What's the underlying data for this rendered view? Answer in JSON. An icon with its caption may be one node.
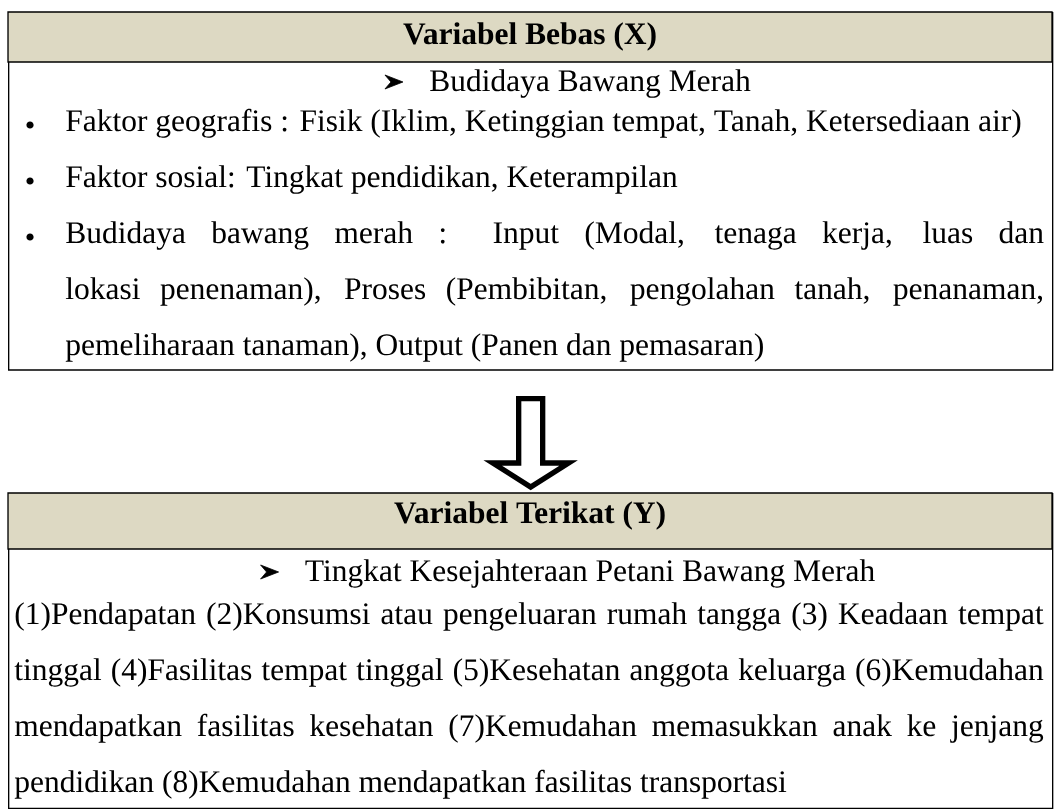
{
  "diagram": {
    "nodes": [
      {
        "text": [
          "Variabel Bebas (X)",
          "Budidaya Bawang Merah",
          "Faktor geografis : Fisik (Iklim, Ketinggian tempat, Tanah, Ketersediaan air)",
          "Faktor sosial: Tingkat pendidikan, Keterampilan",
          "Budidaya bawang merah : Input (Modal, tenaga kerja, luas dan lokasi penenaman), Proses (Pembibitan, pengolahan tanah, penanaman, pemeliharaan tanaman), Output (Panen dan pemasaran)"
        ]
      },
      {
        "text": [
          "Variabel Terikat (Y)",
          "Tingkat Kesejahteraan Petani Bawang Merah",
          "(1)Pendapatan  (2)Konsumsi atau pengeluaran rumah tangga (3) Keadaan tempat tinggal (4)Fasilitas tempat tinggal (5)Kesehatan anggota keluarga (6)Kemudahan mendapatkan fasilitas kesehatan (7)Kemudahan memasukkan anak ke jenjang pendidikan  (8)Kemudahan mendapatkan fasilitas transportasi"
        ]
      }
    ],
    "edges": [
      {
        "from": 0,
        "to": 1,
        "arrow": "to"
      }
    ]
  }
}
